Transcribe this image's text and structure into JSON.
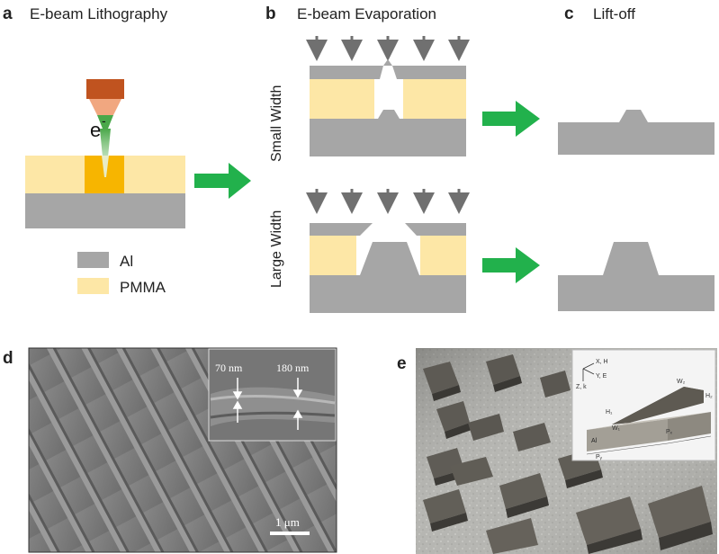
{
  "panels": {
    "a": {
      "letter": "a",
      "title": "E-beam Lithography",
      "electron": "e",
      "electron_sup": "-"
    },
    "b": {
      "letter": "b",
      "title": "E-beam Evaporation",
      "row1_label": "Small Width",
      "row2_label": "Large Width"
    },
    "c": {
      "letter": "c",
      "title": "Lift-off"
    },
    "d": {
      "letter": "d",
      "inset_left": "70 nm",
      "inset_right": "180 nm",
      "scale_bar": "1 μm"
    },
    "e": {
      "letter": "e"
    }
  },
  "legend": [
    {
      "label": "Al",
      "color": "#a6a6a6"
    },
    {
      "label": "PMMA",
      "color": "#fde7a6"
    }
  ],
  "schematic": {
    "axis_xh": "X, H",
    "axis_ye": "Y, E",
    "axis_zk": "Z, k",
    "w2": "W₂",
    "h2": "H₂",
    "h1": "H₁",
    "w1": "W₁",
    "al": "Al",
    "px": "Pₓ",
    "py": "Pᵧ"
  },
  "colors": {
    "al": "#a6a6a6",
    "pmma": "#fde7a6",
    "exposed": "#f7b500",
    "arrow_green": "#22b14c",
    "arrow_gray": "#707070"
  }
}
